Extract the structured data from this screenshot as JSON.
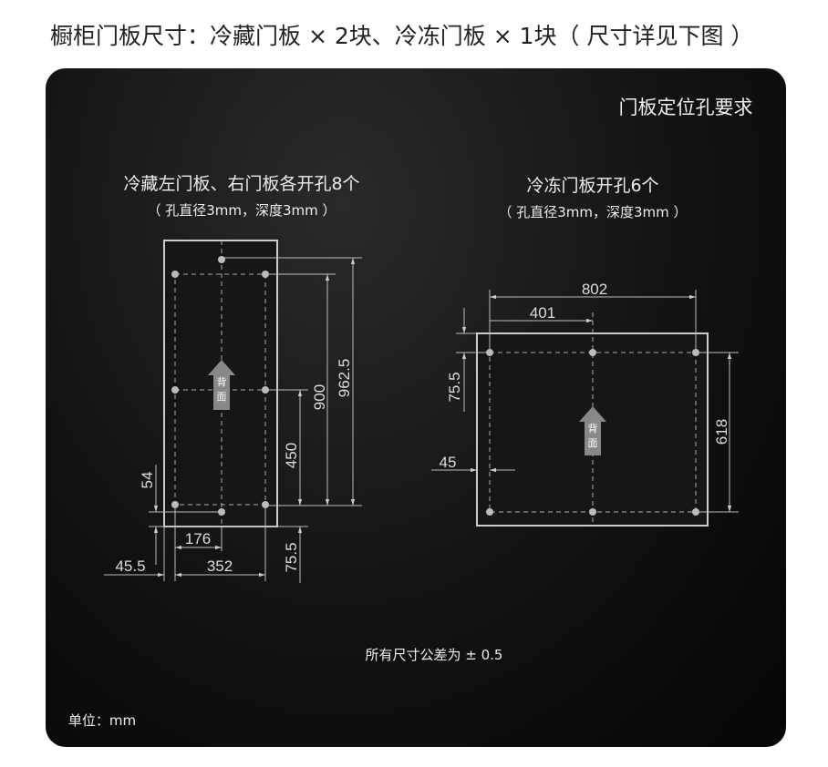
{
  "title": "橱柜门板尺寸：冷藏门板 × 2块、冷冻门板 × 1块（ 尺寸详见下图 ）",
  "section_title": "门板定位孔要求",
  "left": {
    "heading": "冷藏左门板、右门板各开孔8个",
    "note": "（ 孔直径3mm，深度3mm ）",
    "arrow": [
      "背",
      "面"
    ],
    "dims": {
      "d962": "962.5",
      "d900": "900",
      "d450": "450",
      "d755": "75.5",
      "d54": "54",
      "d176": "176",
      "d352": "352",
      "d455": "45.5"
    }
  },
  "right": {
    "heading": "冷冻门板开孔6个",
    "note": "（ 孔直径3mm，深度3mm ）",
    "arrow": [
      "背",
      "面"
    ],
    "dims": {
      "d802": "802",
      "d401": "401",
      "d755": "75.5",
      "d45": "45",
      "d618": "618"
    }
  },
  "tolerance": "所有尺寸公差为 ± 0.5",
  "unit": "单位：mm"
}
